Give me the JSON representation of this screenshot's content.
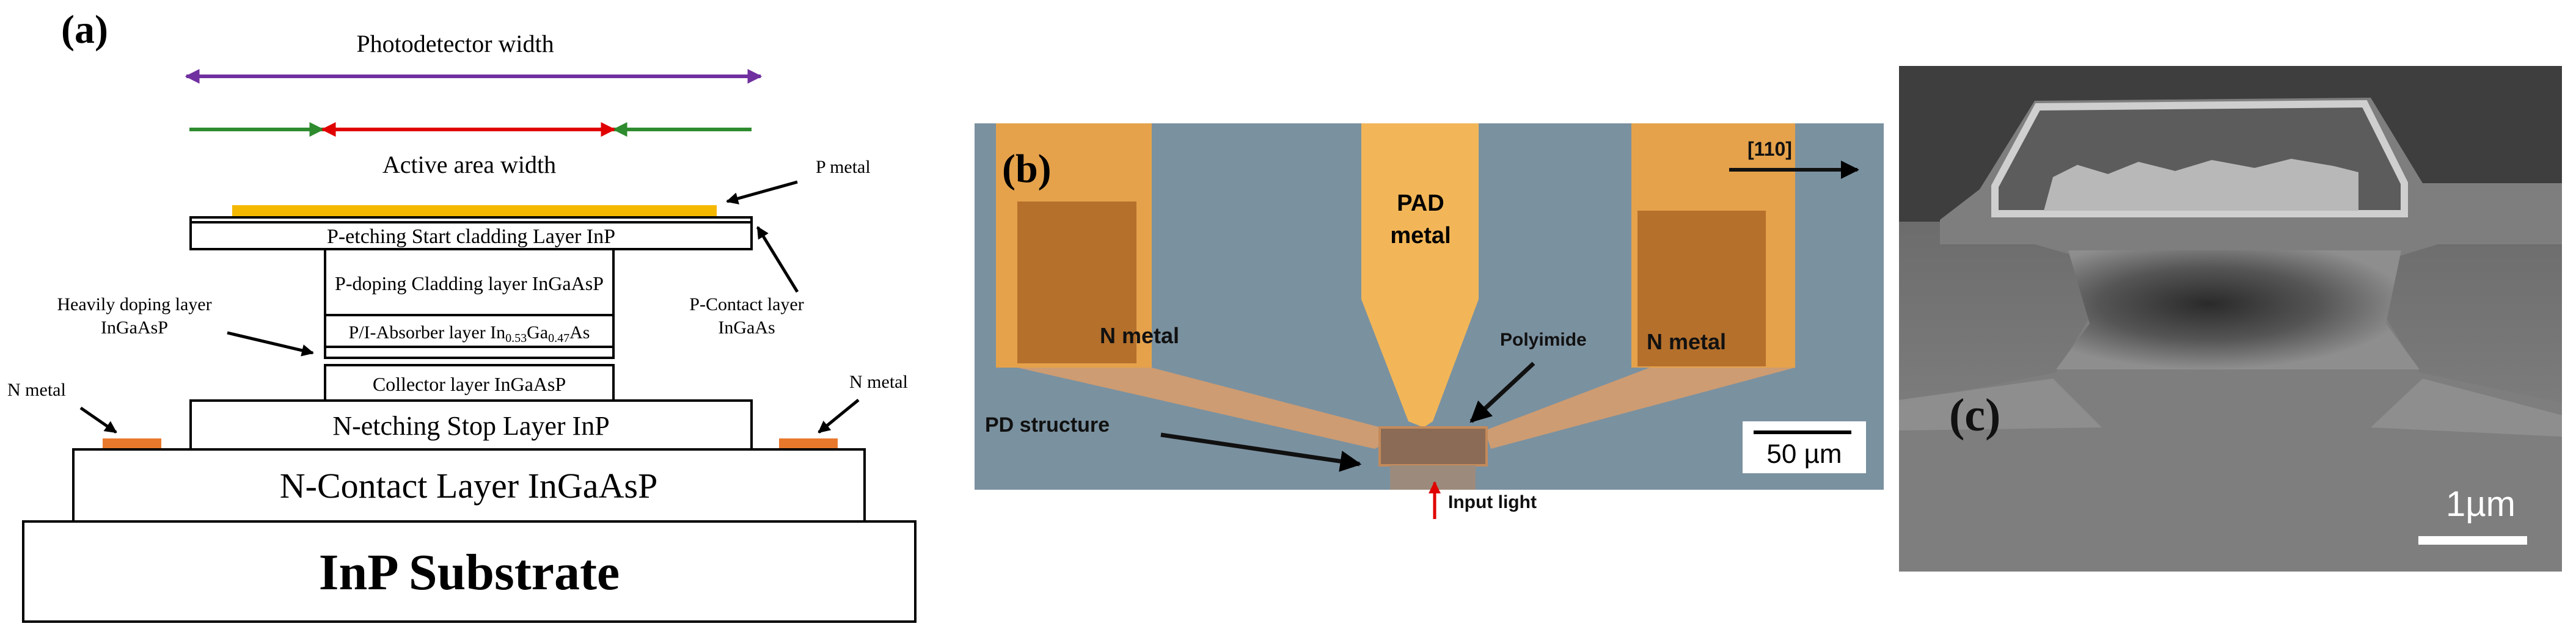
{
  "panel_a": {
    "label": "(a)",
    "photodetector_width": "Photodetector width",
    "active_area_width": "Active area width",
    "p_metal": "P metal",
    "layers": {
      "p_etch_start": "P-etching Start cladding Layer InP",
      "p_doping_cladding": "P-doping Cladding layer InGaAsP",
      "absorber_prefix": "P/I-Absorber layer In",
      "absorber_sub1": "0.53",
      "absorber_mid": "Ga",
      "absorber_sub2": "0.47",
      "absorber_suffix": "As",
      "collector": "Collector layer InGaAsP",
      "n_etch_stop": "N-etching Stop Layer InP",
      "n_contact": "N-Contact Layer InGaAsP",
      "substrate": "InP  Substrate"
    },
    "heavily_doping_line1": "Heavily doping layer",
    "heavily_doping_line2": "InGaAsP",
    "p_contact_line1": "P-Contact layer",
    "p_contact_line2": "InGaAs",
    "n_metal_left": "N metal",
    "n_metal_right": "N metal"
  },
  "panel_b": {
    "label": "(b)",
    "pad_line1": "PAD",
    "pad_line2": "metal",
    "n_metal_left": "N metal",
    "n_metal_right": "N metal",
    "direction": "[110]",
    "polyimide": "Polyimide",
    "pd_structure": "PD structure",
    "scale": "50 µm",
    "input_light": "Input light"
  },
  "panel_c": {
    "label": "(c)",
    "scale": "1µm"
  },
  "colors": {
    "purple": "#7030A0",
    "green": "#2E8B2E",
    "red": "#E00000",
    "p_metal": "#F5B800",
    "n_metal": "#E8782C",
    "micro_bg": "#7E95A3",
    "gold": "#E7AD4F",
    "copper": "#B7742F"
  }
}
